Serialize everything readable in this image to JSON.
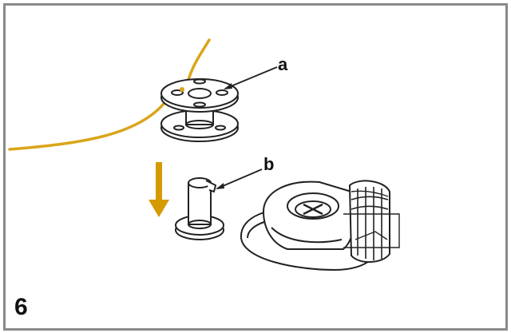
{
  "step_number": "6",
  "labels": {
    "a": "a",
    "b": "b"
  },
  "colors": {
    "thread": "#d9a51a",
    "arrow": "#d49a00",
    "line": "#222222",
    "frame": "#8a8a8a"
  }
}
